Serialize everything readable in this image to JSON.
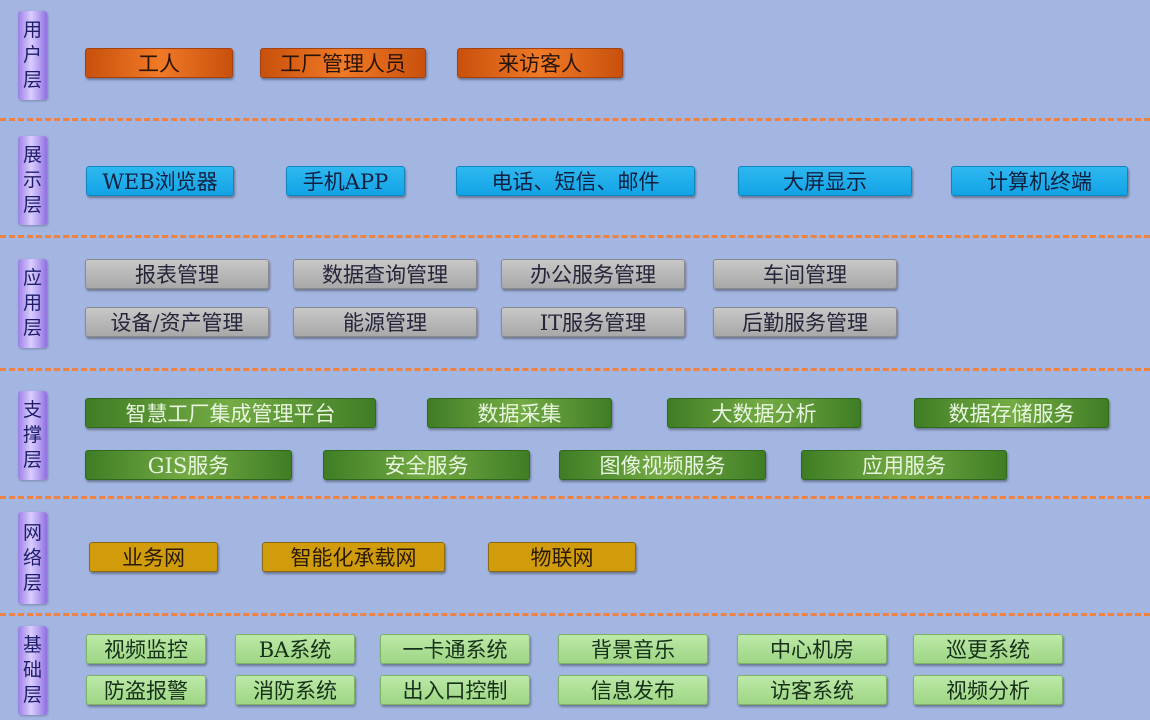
{
  "layers": {
    "user": {
      "label": "用户层",
      "items": [
        "工人",
        "工厂管理人员",
        "来访客人"
      ]
    },
    "display": {
      "label": "展示层",
      "items": [
        "WEB浏览器",
        "手机APP",
        "电话、短信、邮件",
        "大屏显示",
        "计算机终端"
      ]
    },
    "application": {
      "label": "应用层",
      "items": [
        "报表管理",
        "数据查询管理",
        "办公服务管理",
        "车间管理",
        "设备/资产管理",
        "能源管理",
        "IT服务管理",
        "后勤服务管理"
      ]
    },
    "support": {
      "label": "支撑层",
      "items": [
        "智慧工厂集成管理平台",
        "数据采集",
        "大数据分析",
        "数据存储服务",
        "GIS服务",
        "安全服务",
        "图像视频服务",
        "应用服务"
      ]
    },
    "network": {
      "label": "网络层",
      "items": [
        "业务网",
        "智能化承载网",
        "物联网"
      ]
    },
    "infrastructure": {
      "label": "基础层",
      "items": [
        "视频监控",
        "BA系统",
        "一卡通系统",
        "背景音乐",
        "中心机房",
        "巡更系统",
        "防盗报警",
        "消防系统",
        "出入口控制",
        "信息发布",
        "访客系统",
        "视频分析"
      ]
    }
  },
  "colors": {
    "background": "#a3b5e1",
    "divider": "#ee8240",
    "user_box": "#f07a26",
    "display_box": "#12a3e6",
    "application_box": "#b4b4b4",
    "support_box": "#5f9a38",
    "network_box": "#d19c0c",
    "infrastructure_box": "#a8dc90",
    "layer_label": "#c5b3f7"
  }
}
